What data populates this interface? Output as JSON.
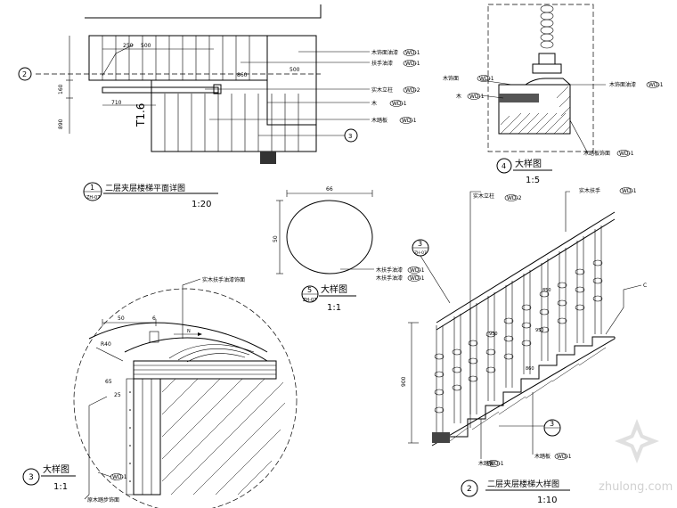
{
  "views": {
    "plan": {
      "number": "1",
      "ref": "ZH-07",
      "title": "二层夹层楼梯平面详图",
      "scale": "1:20",
      "dims": [
        "250",
        "500",
        "500",
        "860",
        "710",
        "890",
        "160"
      ],
      "level_mark": "T1.6",
      "section_tag": "3",
      "axis_tag": "2",
      "callouts": [
        {
          "text": "木饰面油漆",
          "code": "WD-1"
        },
        {
          "text": "扶手油漆",
          "code": "WD-1"
        },
        {
          "text": "实木立柱",
          "code": "WD-2"
        },
        {
          "text": "木",
          "code": "WD-1"
        },
        {
          "text": "木踏板",
          "code": "WD-1"
        }
      ]
    },
    "detail4": {
      "number": "4",
      "title": "大样图",
      "scale": "1:5",
      "callouts": [
        {
          "text": "木饰面",
          "code": "WD-1"
        },
        {
          "text": "木",
          "code": "WD-1"
        },
        {
          "text": "木饰面油漆",
          "code": "WD-1"
        },
        {
          "text": "木踏板饰面",
          "code": "WD-1"
        }
      ]
    },
    "detail5": {
      "number": "5",
      "ref": "ZH-07",
      "title": "大样图",
      "scale": "1:1",
      "dims": [
        "66",
        "50"
      ],
      "callouts": [
        {
          "text": "木扶手油漆",
          "code": "WD-1"
        },
        {
          "text": "木扶手油漆",
          "code": "WD-1"
        }
      ]
    },
    "detail3": {
      "number": "3",
      "title": "大样图",
      "scale": "1:1",
      "dims": [
        "50",
        "6",
        "R40",
        "65",
        "25"
      ],
      "top_note": "实木扶手油漆饰面",
      "bottom_note": "原木踏步饰面",
      "callout_code": "WD-1"
    },
    "elevation": {
      "number": "2",
      "title": "二层夹层楼梯大样图",
      "scale": "1:10",
      "height_dim": "900",
      "dims": [
        "950",
        "860",
        "950",
        "850"
      ],
      "section_tag": "3",
      "detail_tag": "3",
      "detail_ref": "ZH-07",
      "callouts": [
        {
          "text": "实木立柱",
          "code": "WD-2"
        },
        {
          "text": "实木扶手",
          "code": "WD-1"
        },
        {
          "text": "木踏板",
          "code": "WD-1"
        },
        {
          "text": "木踏板",
          "code": "WD-1"
        }
      ],
      "cap_note": "C"
    }
  },
  "watermark": {
    "text": "zhulong.com"
  }
}
